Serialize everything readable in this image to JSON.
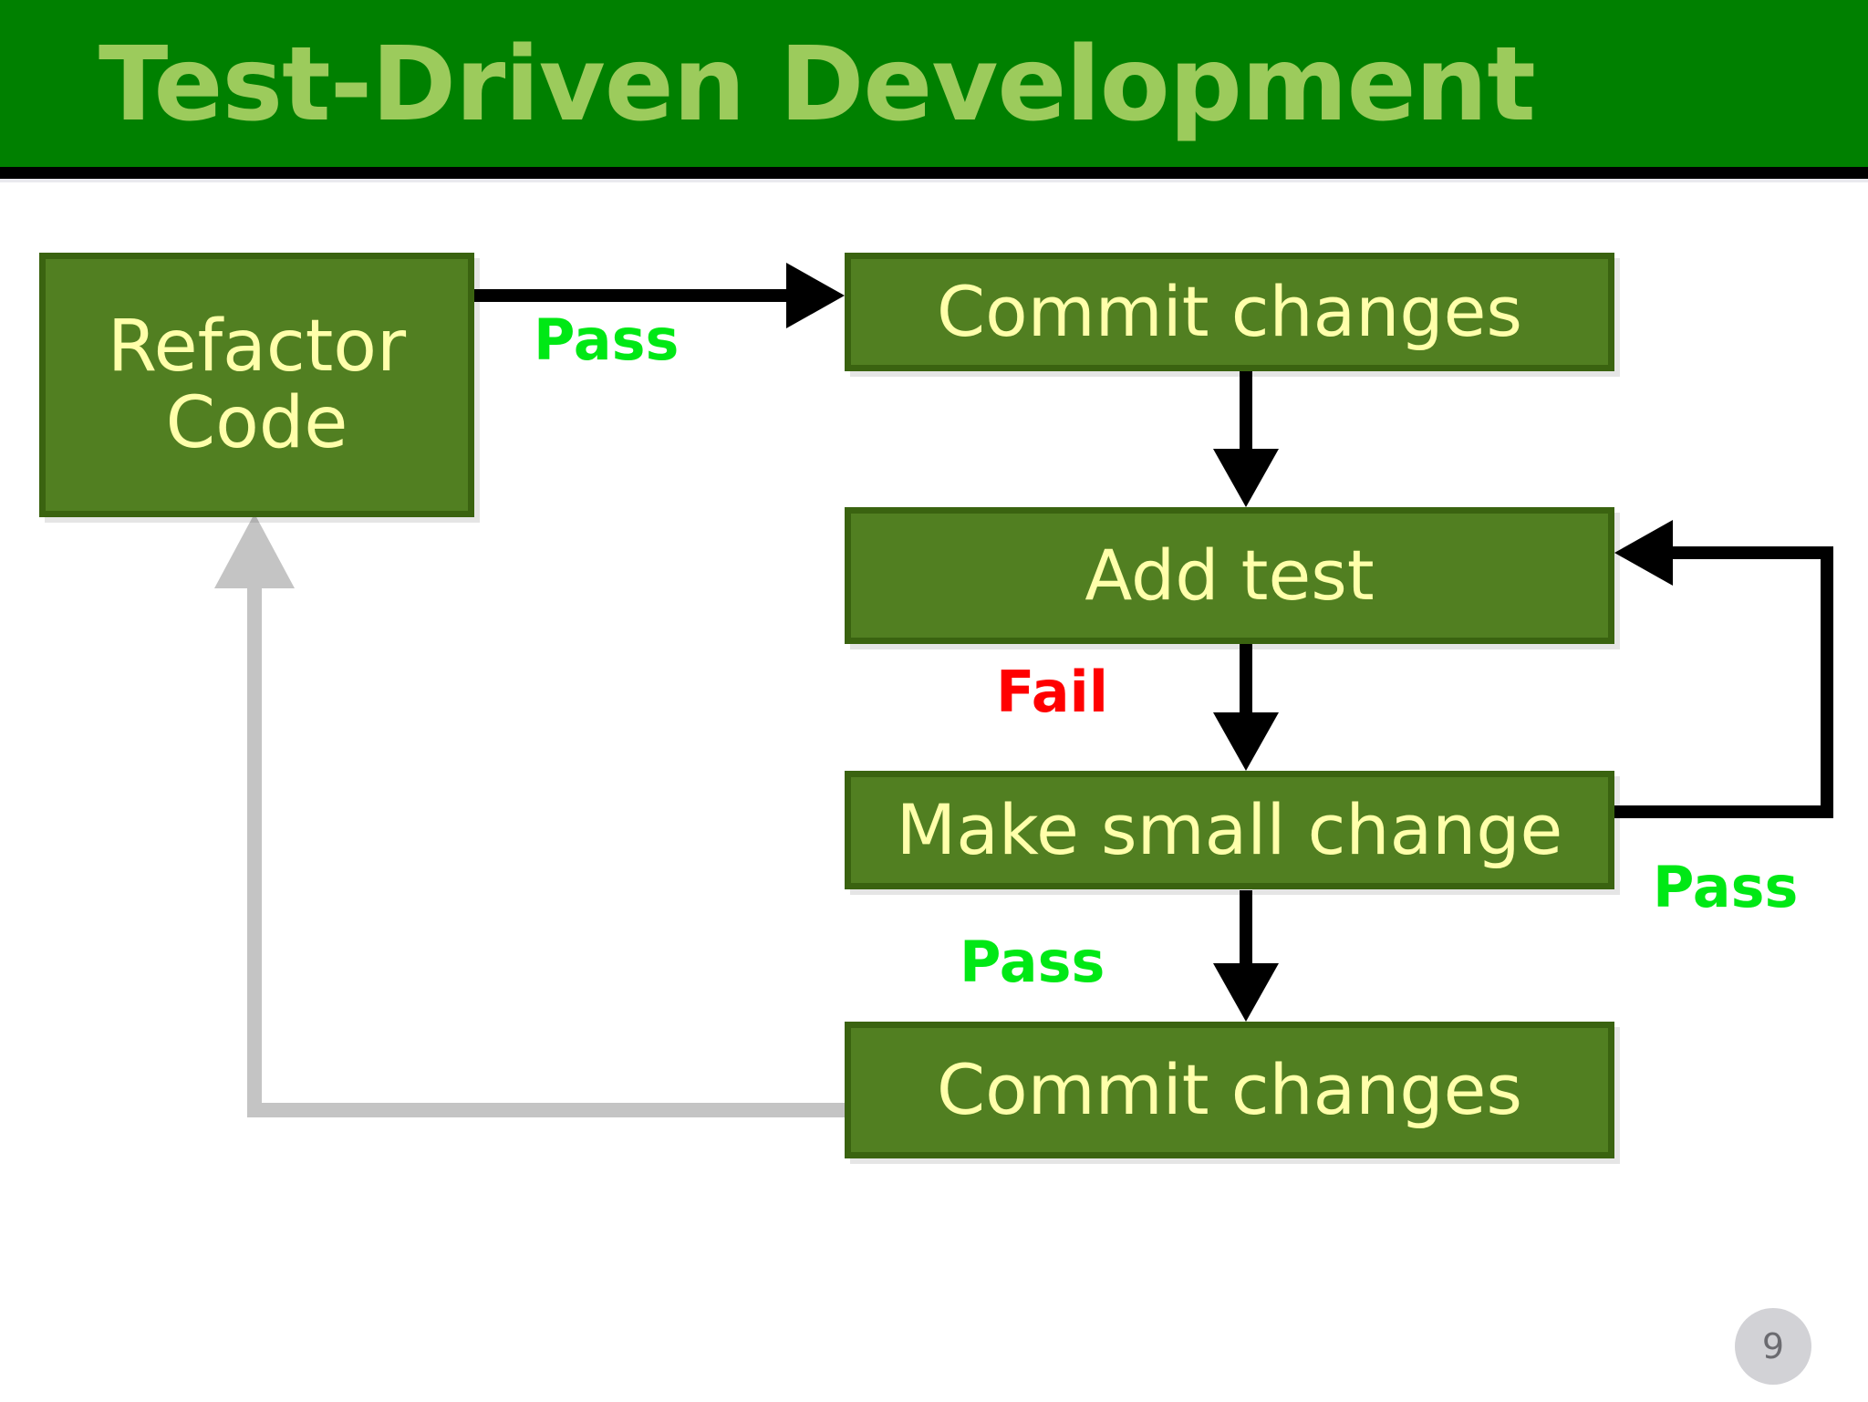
{
  "slide": {
    "title": "Test-Driven Development",
    "page_number": "9",
    "colors": {
      "header_background": "#008000",
      "title_text": "#9CCB5C",
      "header_rule": "#000000",
      "box_fill": "#517F21",
      "box_border": "#3A6310",
      "box_text": "#FFFFAA",
      "pass_label": "#00E815",
      "fail_label": "#FF0000",
      "black_arrow": "#000000",
      "grey_arrow": "#C4C4C4",
      "page_badge": "#D2D2D6"
    }
  },
  "diagram": {
    "type": "flowchart",
    "nodes": [
      {
        "id": "refactor-code",
        "label": "Refactor\nCode"
      },
      {
        "id": "commit-top",
        "label": "Commit changes"
      },
      {
        "id": "add-test",
        "label": "Add test"
      },
      {
        "id": "make-small-change",
        "label": "Make small change"
      },
      {
        "id": "commit-bottom",
        "label": "Commit changes"
      }
    ],
    "edges": [
      {
        "from": "refactor-code",
        "to": "commit-top",
        "label": "Pass",
        "color": "#00E815",
        "style": "black-arrow"
      },
      {
        "from": "commit-top",
        "to": "add-test",
        "label": "",
        "color": "",
        "style": "black-arrow"
      },
      {
        "from": "add-test",
        "to": "make-small-change",
        "label": "Fail",
        "color": "#FF0000",
        "style": "black-arrow"
      },
      {
        "from": "make-small-change",
        "to": "add-test",
        "label": "Pass",
        "color": "#00E815",
        "style": "black-arrow-loop-right"
      },
      {
        "from": "make-small-change",
        "to": "commit-bottom",
        "label": "Pass",
        "color": "#00E815",
        "style": "black-arrow"
      },
      {
        "from": "commit-bottom",
        "to": "refactor-code",
        "label": "",
        "color": "",
        "style": "grey-arrow-loop-left"
      }
    ],
    "labels": {
      "pass_refactor_to_commit": "Pass",
      "fail_addtest_to_change": "Fail",
      "pass_change_loop": "Pass",
      "pass_change_to_commit": "Pass"
    }
  }
}
